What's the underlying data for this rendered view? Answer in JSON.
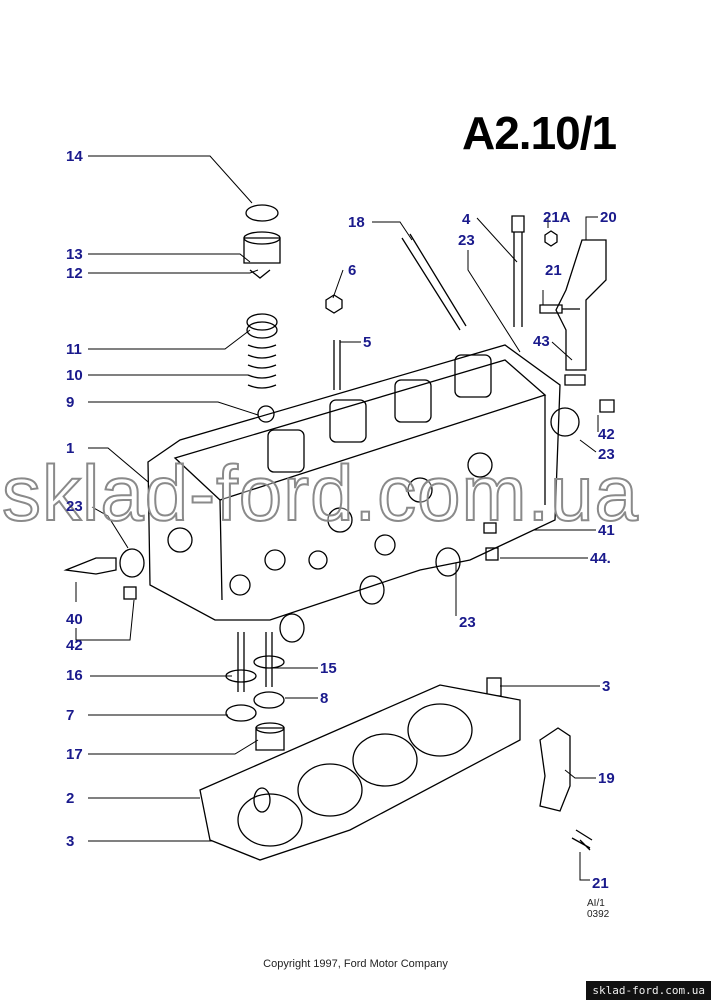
{
  "title": "A2.10/1",
  "watermark": "sklad-ford.com.ua",
  "copyright": "Copyright 1997, Ford Motor Company",
  "drawing_code": [
    "AI/1",
    "0392"
  ],
  "site_badge": "sklad-ford.com.ua",
  "labels": [
    "14",
    "13",
    "12",
    "11",
    "10",
    "9",
    "1",
    "23",
    "40",
    "42",
    "16",
    "7",
    "17",
    "2",
    "3",
    "18",
    "6",
    "5",
    "4",
    "23",
    "21A",
    "20",
    "21",
    "43",
    "42",
    "23",
    "41",
    "44.",
    "23",
    "15",
    "8",
    "3",
    "19",
    "21"
  ],
  "colors": {
    "label": "#1a1a8c",
    "line": "#000000"
  }
}
